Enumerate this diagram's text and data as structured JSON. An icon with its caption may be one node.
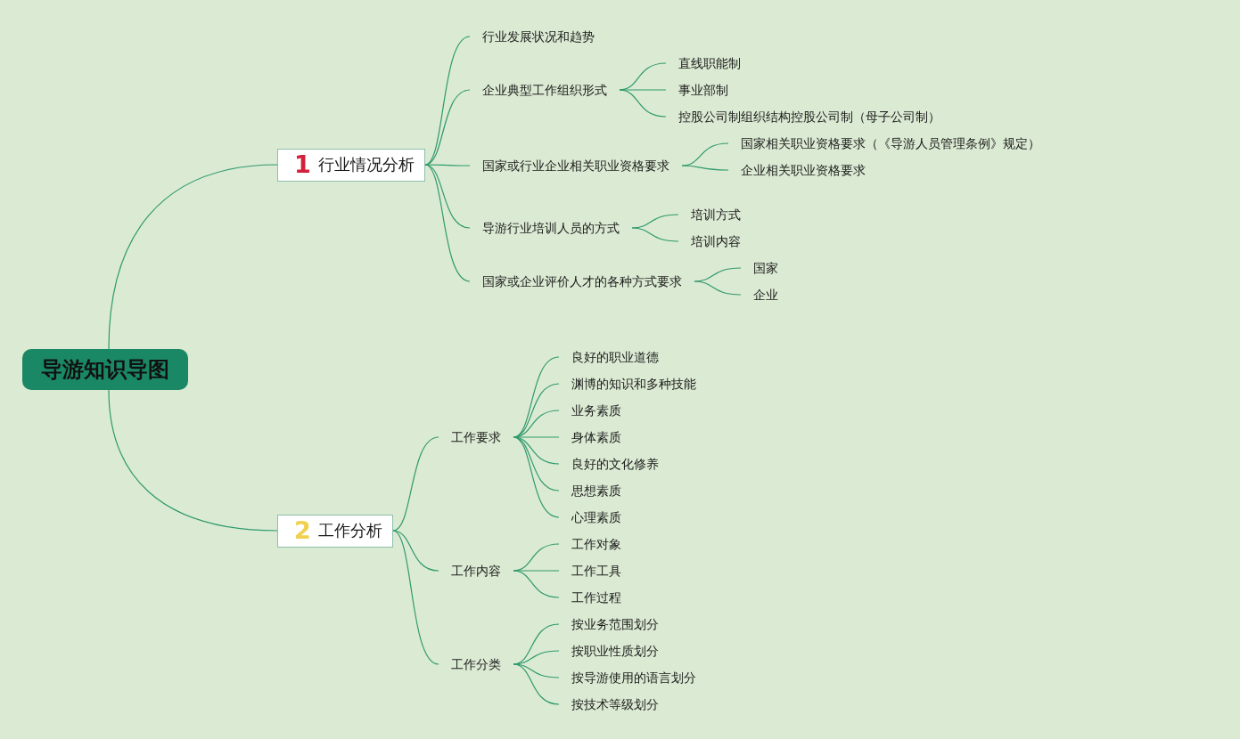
{
  "diagram": {
    "nodes": [
      {
        "text": [
          "导游知识导图"
        ]
      },
      {
        "text": [
          "1",
          "行业情况分析"
        ]
      },
      {
        "text": [
          "行业发展状况和趋势"
        ]
      },
      {
        "text": [
          "企业典型工作组织形式"
        ]
      },
      {
        "text": [
          "直线职能制"
        ]
      },
      {
        "text": [
          "事业部制"
        ]
      },
      {
        "text": [
          "控股公司制组织结构控股公司制（母子公司制）"
        ]
      },
      {
        "text": [
          "国家或行业企业相关职业资格要求"
        ]
      },
      {
        "text": [
          "国家相关职业资格要求（《导游人员管理条例》规定）"
        ]
      },
      {
        "text": [
          "企业相关职业资格要求"
        ]
      },
      {
        "text": [
          "导游行业培训人员的方式"
        ]
      },
      {
        "text": [
          "培训方式"
        ]
      },
      {
        "text": [
          "培训内容"
        ]
      },
      {
        "text": [
          "国家或企业评价人才的各种方式要求"
        ]
      },
      {
        "text": [
          "国家"
        ]
      },
      {
        "text": [
          "企业"
        ]
      },
      {
        "text": [
          "2",
          "工作分析"
        ]
      },
      {
        "text": [
          "工作要求"
        ]
      },
      {
        "text": [
          "良好的职业道德"
        ]
      },
      {
        "text": [
          "渊博的知识和多种技能"
        ]
      },
      {
        "text": [
          "业务素质"
        ]
      },
      {
        "text": [
          "身体素质"
        ]
      },
      {
        "text": [
          "良好的文化修养"
        ]
      },
      {
        "text": [
          "思想素质"
        ]
      },
      {
        "text": [
          "心理素质"
        ]
      },
      {
        "text": [
          "工作内容"
        ]
      },
      {
        "text": [
          "工作对象"
        ]
      },
      {
        "text": [
          "工作工具"
        ]
      },
      {
        "text": [
          "工作过程"
        ]
      },
      {
        "text": [
          "工作分类"
        ]
      },
      {
        "text": [
          "按业务范围划分"
        ]
      },
      {
        "text": [
          "按职业性质划分"
        ]
      },
      {
        "text": [
          "按导游使用的语言划分"
        ]
      },
      {
        "text": [
          "按技术等级划分"
        ]
      }
    ],
    "edges": [
      {
        "from": 0,
        "to": 1,
        "arrow": "none"
      },
      {
        "from": 1,
        "to": 2,
        "arrow": "none"
      },
      {
        "from": 1,
        "to": 3,
        "arrow": "none"
      },
      {
        "from": 3,
        "to": 4,
        "arrow": "none"
      },
      {
        "from": 3,
        "to": 5,
        "arrow": "none"
      },
      {
        "from": 3,
        "to": 6,
        "arrow": "none"
      },
      {
        "from": 1,
        "to": 7,
        "arrow": "none"
      },
      {
        "from": 7,
        "to": 8,
        "arrow": "none"
      },
      {
        "from": 7,
        "to": 9,
        "arrow": "none"
      },
      {
        "from": 1,
        "to": 10,
        "arrow": "none"
      },
      {
        "from": 10,
        "to": 11,
        "arrow": "none"
      },
      {
        "from": 10,
        "to": 12,
        "arrow": "none"
      },
      {
        "from": 1,
        "to": 13,
        "arrow": "none"
      },
      {
        "from": 13,
        "to": 14,
        "arrow": "none"
      },
      {
        "from": 13,
        "to": 15,
        "arrow": "none"
      },
      {
        "from": 0,
        "to": 16,
        "arrow": "none"
      },
      {
        "from": 16,
        "to": 17,
        "arrow": "none"
      },
      {
        "from": 17,
        "to": 18,
        "arrow": "none"
      },
      {
        "from": 17,
        "to": 19,
        "arrow": "none"
      },
      {
        "from": 17,
        "to": 20,
        "arrow": "none"
      },
      {
        "from": 17,
        "to": 21,
        "arrow": "none"
      },
      {
        "from": 17,
        "to": 22,
        "arrow": "none"
      },
      {
        "from": 17,
        "to": 23,
        "arrow": "none"
      },
      {
        "from": 17,
        "to": 24,
        "arrow": "none"
      },
      {
        "from": 16,
        "to": 25,
        "arrow": "none"
      },
      {
        "from": 25,
        "to": 26,
        "arrow": "none"
      },
      {
        "from": 25,
        "to": 27,
        "arrow": "none"
      },
      {
        "from": 25,
        "to": 28,
        "arrow": "none"
      },
      {
        "from": 16,
        "to": 29,
        "arrow": "none"
      },
      {
        "from": 29,
        "to": 30,
        "arrow": "none"
      },
      {
        "from": 29,
        "to": 31,
        "arrow": "none"
      },
      {
        "from": 29,
        "to": 32,
        "arrow": "none"
      },
      {
        "from": 29,
        "to": 33,
        "arrow": "none"
      }
    ]
  }
}
